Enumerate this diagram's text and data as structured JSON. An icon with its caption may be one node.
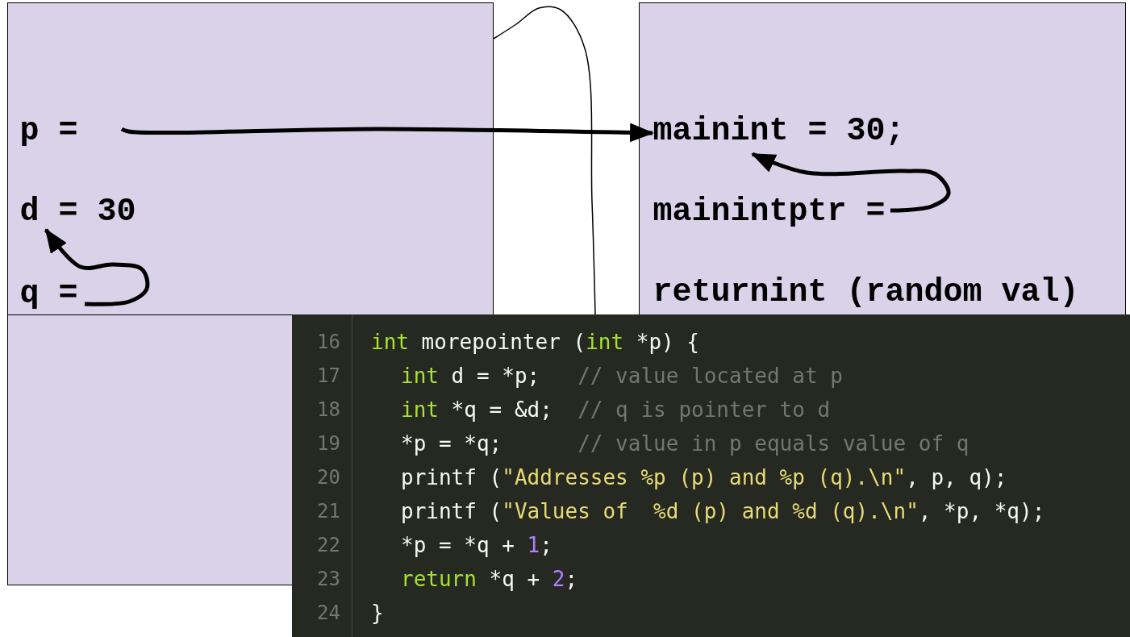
{
  "diagram": {
    "nodes": [
      {
        "text": [],
        "shape": "box"
      },
      {
        "text": [
          "p ="
        ],
        "in": 0
      },
      {
        "text": [
          "d = 30"
        ],
        "in": 0
      },
      {
        "text": [
          "q ="
        ],
        "in": 0
      },
      {
        "text": [],
        "shape": "box"
      },
      {
        "text": [
          "mainint = 30;"
        ],
        "in": 4
      },
      {
        "text": [
          "mainintptr ="
        ],
        "in": 4
      },
      {
        "text": [
          "returnint (random val)"
        ],
        "in": 4
      },
      {
        "text": [
          "int morepointer (int *p) {",
          "int d = *p;   // value located at p",
          "int *q = &d;  // q is pointer to d",
          "*p = *q;      // value in p equals value of q",
          "printf (\"Addresses %p (p) and %p (q).\\n\", p, q);",
          "printf (\"Values of  %d (p) and %d (q).\\n\", *p, *q);",
          "*p = *q + 1;",
          "return *q + 2;",
          "}"
        ]
      }
    ],
    "edges": [
      {
        "from": 1,
        "to": 5,
        "arrow": "to"
      },
      {
        "from": 3,
        "to": 2,
        "arrow": "to"
      },
      {
        "from": 6,
        "to": 5,
        "arrow": "to"
      },
      {
        "from": 0,
        "to": 8,
        "arrow": "none"
      }
    ],
    "labels": [
      "16",
      "17",
      "18",
      "19",
      "20",
      "21",
      "22",
      "23",
      "24"
    ]
  }
}
